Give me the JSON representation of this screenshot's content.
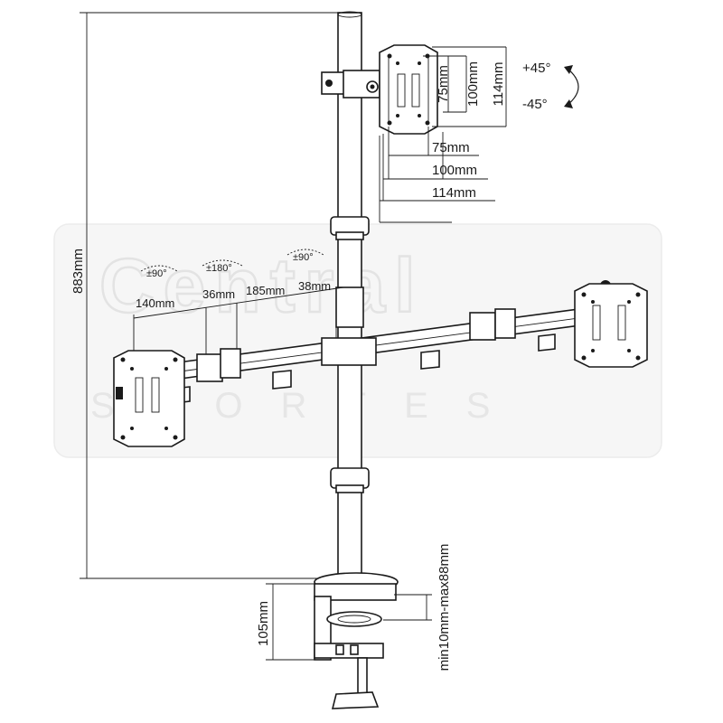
{
  "watermark": {
    "brand": "Central",
    "sub": "SPORTES"
  },
  "dimensions": {
    "total_height": "883mm",
    "clamp_height": "105mm",
    "desk_range": "min10mm-max88mm",
    "vesa_75_h": "75mm",
    "vesa_100_h": "100mm",
    "vesa_114_h": "114mm",
    "vesa_75_w": "75mm",
    "vesa_100_w": "100mm",
    "vesa_114_w": "114mm",
    "tilt_up": "+45°",
    "tilt_down": "-45°",
    "arm_140": "140mm",
    "arm_36": "36mm",
    "arm_185": "185mm",
    "arm_38": "38mm",
    "rot_90_left": "±90°",
    "rot_180": "±180°",
    "rot_90_right": "±90°"
  }
}
